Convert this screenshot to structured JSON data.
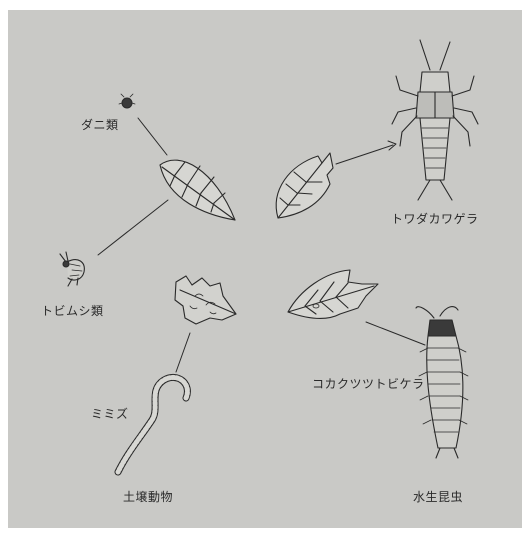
{
  "labels": {
    "mite": "ダニ類",
    "springtail": "トビムシ類",
    "earthworm": "ミミズ",
    "soil_animals": "土壌動物",
    "stonefly": "トワダカワゲラ",
    "caddisfly": "コカクツツトビケラ",
    "aquatic_insects": "水生昆虫"
  },
  "colors": {
    "paper": "#c9c9c6",
    "ink": "#2a2a2a"
  }
}
